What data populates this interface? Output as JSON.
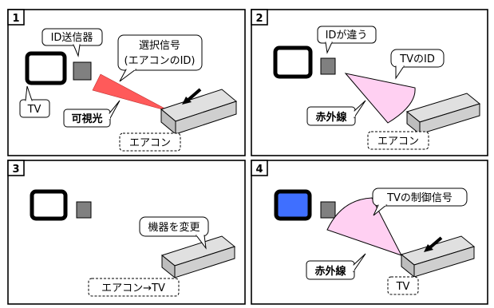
{
  "panels": [
    {
      "number": "1",
      "labels": {
        "id_transmitter": "ID送信器",
        "selection_signal_line1": "選択信号",
        "selection_signal_line2": "(エアコンのID)",
        "tv": "TV",
        "visible_light": "可視光",
        "device": "エアコン"
      },
      "beam": "visible-light",
      "screen_color": "#ffffff"
    },
    {
      "number": "2",
      "labels": {
        "id_mismatch": "IDが違う",
        "tv_id": "TVのID",
        "infrared": "赤外線",
        "device": "エアコン"
      },
      "beam": "infrared",
      "screen_color": "#ffffff"
    },
    {
      "number": "3",
      "labels": {
        "change_device": "機器を変更",
        "device": "エアコン→TV"
      },
      "beam": "none",
      "screen_color": "#ffffff"
    },
    {
      "number": "4",
      "labels": {
        "tv_control_signal": "TVの制御信号",
        "infrared": "赤外線",
        "device": "TV"
      },
      "beam": "infrared",
      "screen_color": "#3f6fff"
    }
  ],
  "colors": {
    "visible_light": "#ff5a5a",
    "infrared": "#ffd0f2",
    "device_body": "#d3d3d3",
    "box": "#808080"
  }
}
